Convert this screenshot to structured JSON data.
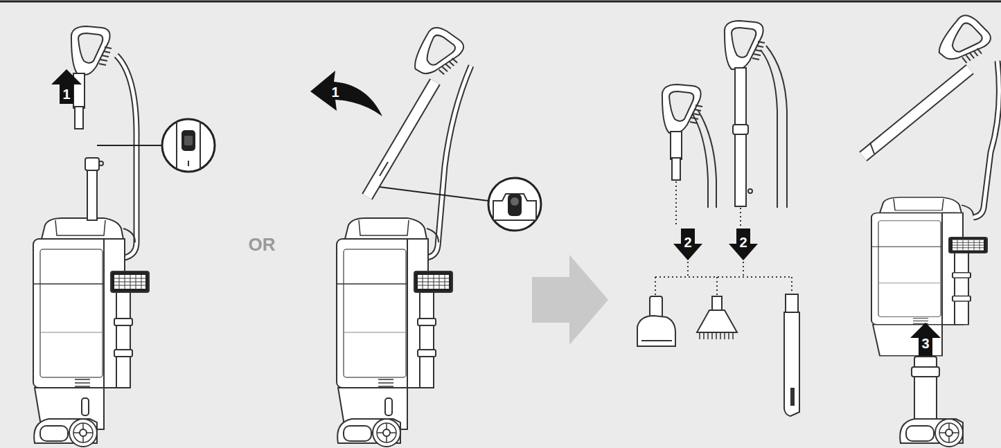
{
  "diagram": {
    "labels": [
      "1",
      "OR",
      "1",
      "2",
      "2",
      "3"
    ]
  }
}
